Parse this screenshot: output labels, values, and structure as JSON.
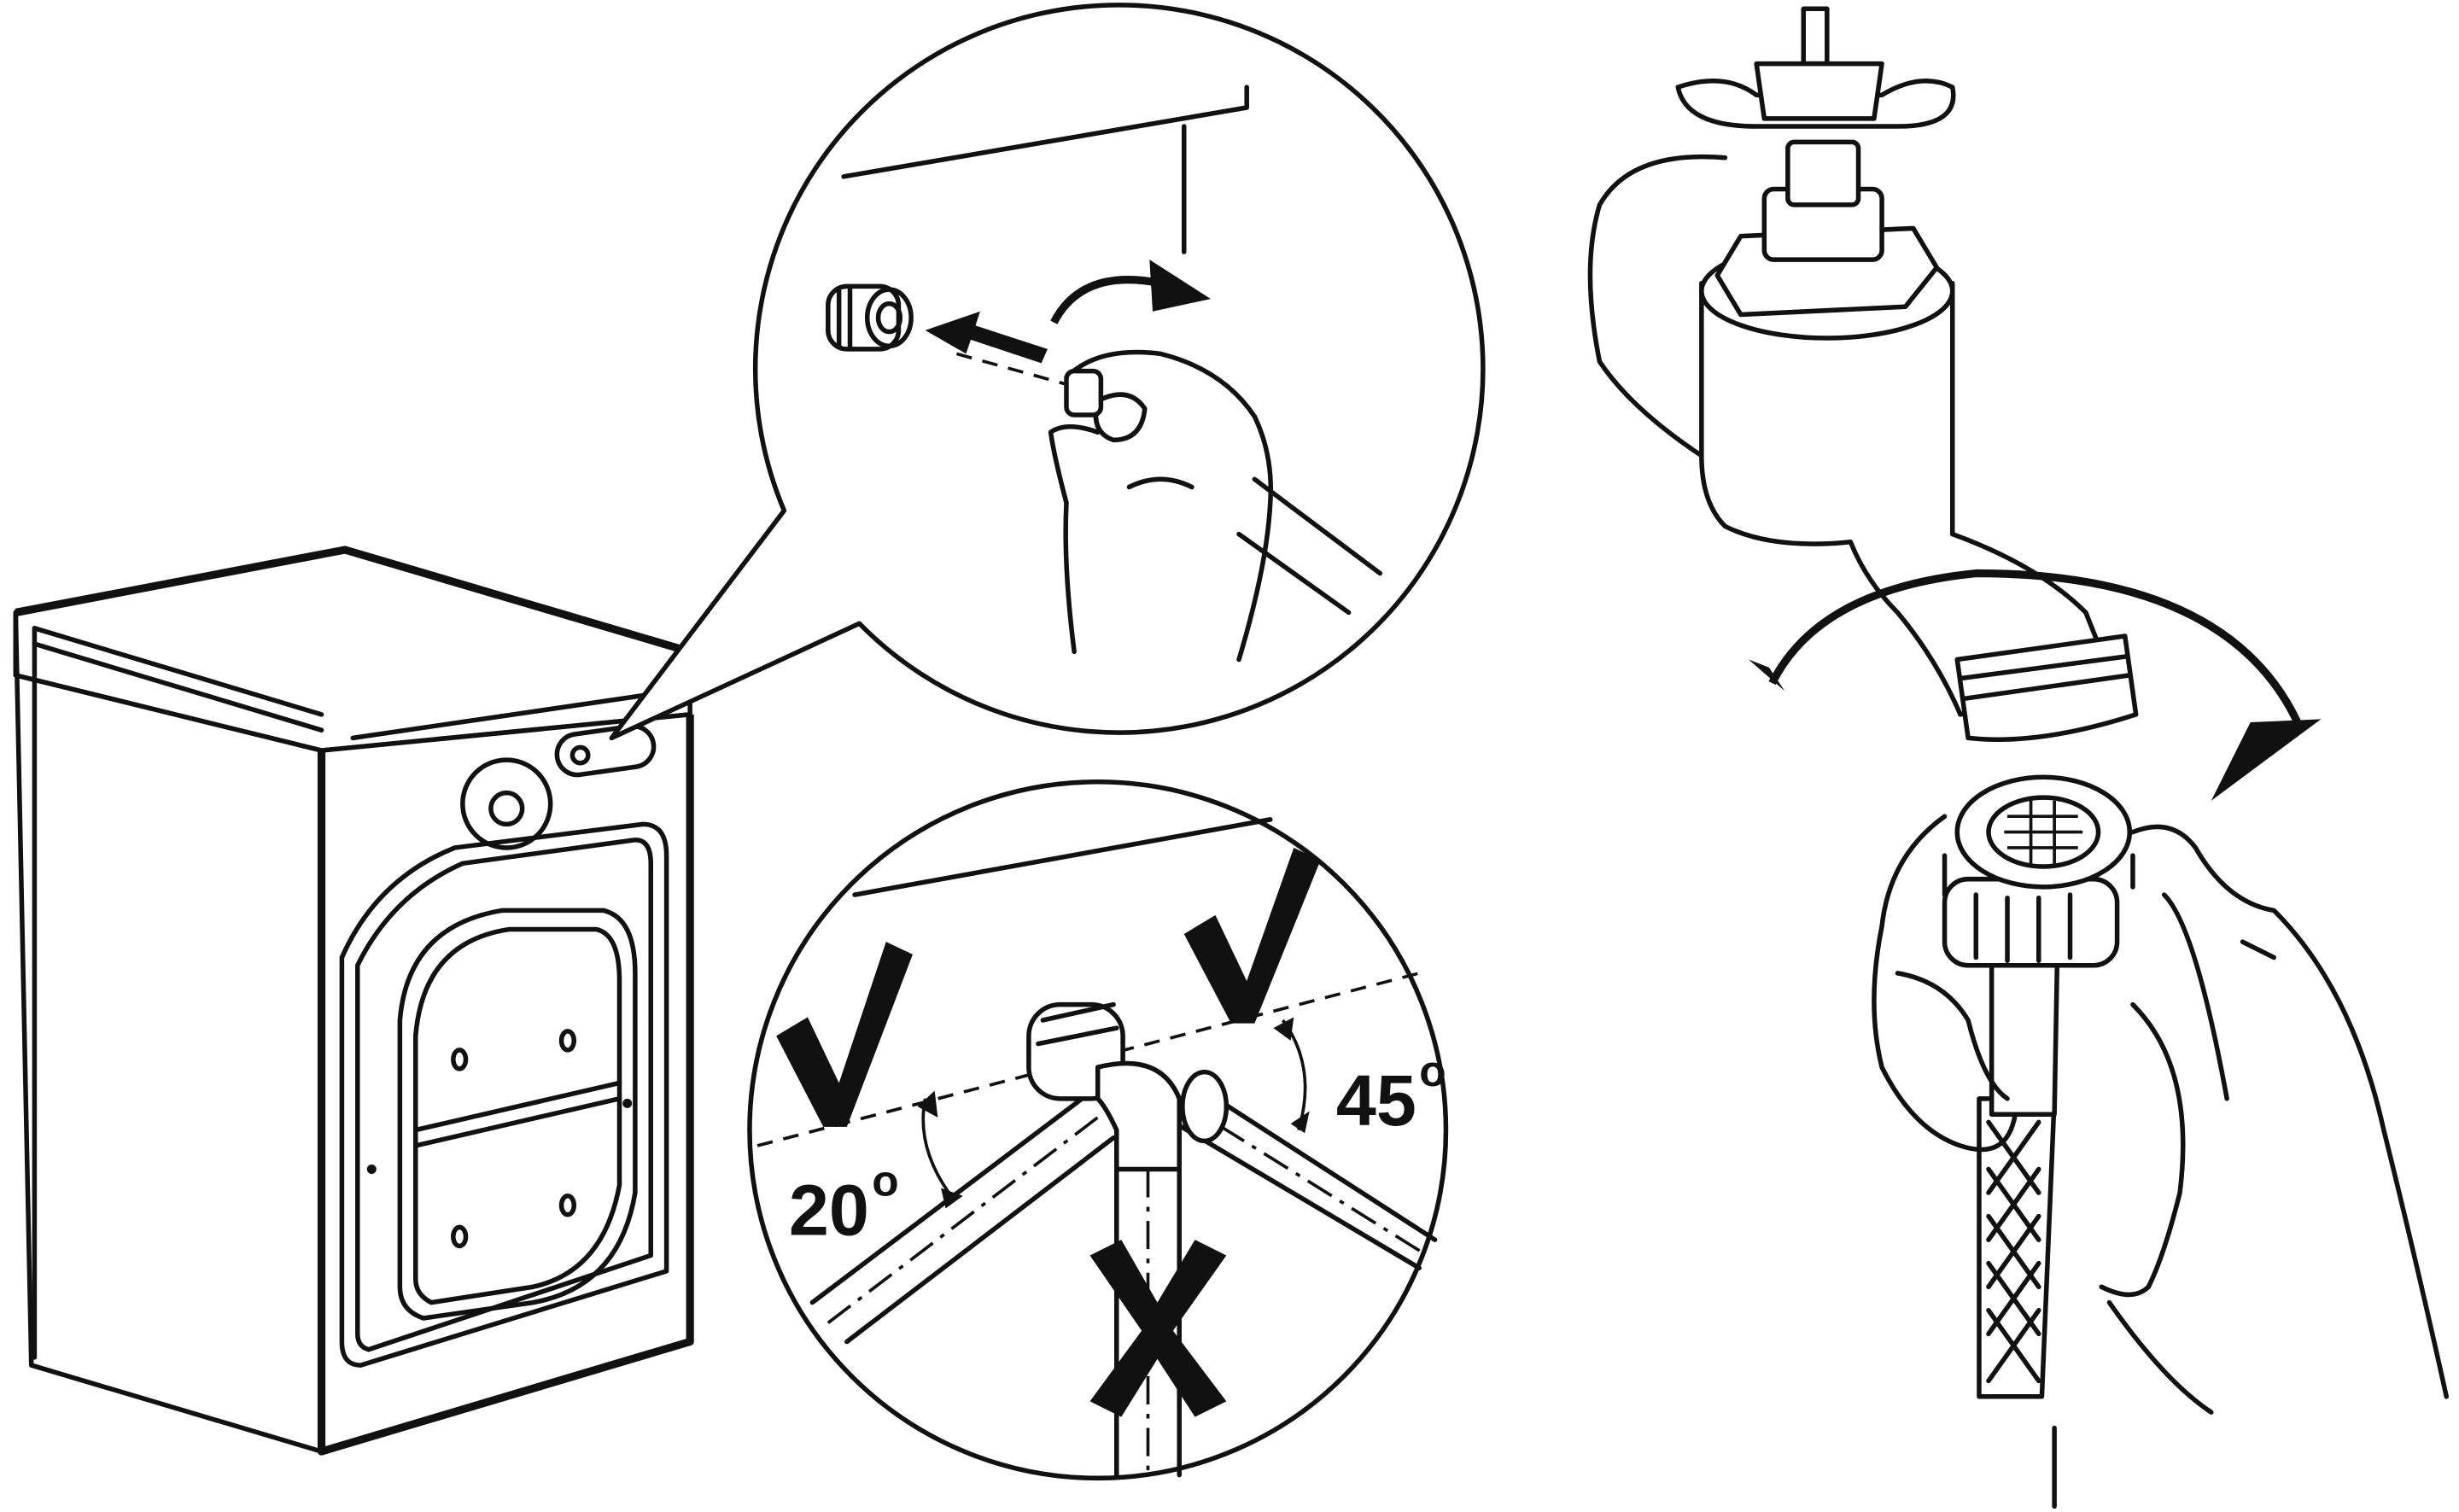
{
  "diagram": {
    "angle_labels": [
      {
        "value": "20",
        "unit": "o"
      },
      {
        "value": "45",
        "unit": "o"
      }
    ],
    "marks": {
      "correct": [
        "check-left",
        "check-right"
      ],
      "incorrect": [
        "cross-vertical"
      ]
    },
    "colors": {
      "line": "#111111",
      "background": "#ffffff"
    }
  }
}
